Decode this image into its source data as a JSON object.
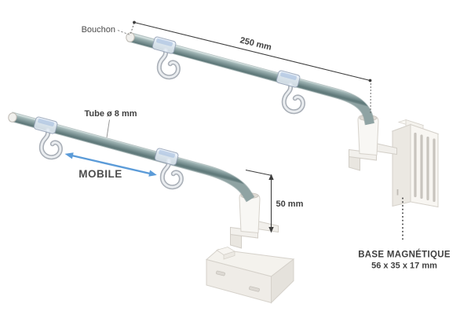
{
  "diagram": {
    "upper_assembly": {
      "cap_label": "Bouchon",
      "length_dimension": "250 mm"
    },
    "lower_assembly": {
      "tube_label": "Tube ø 8 mm",
      "mobile_label": "MOBILE",
      "height_dimension": "50 mm"
    },
    "magnetic_base": {
      "line1": "BASE MAGNÉTIQUE",
      "line2": "56 x 35 x 17 mm"
    },
    "colors": {
      "mobile_arrow": "#5B9BD8",
      "label_text": "#3F3F3F",
      "dimension_line": "#3D3D3D",
      "tube_dark": "#5E7879",
      "tube_highlight": "#DCE7E6",
      "plastic_white": "#F8F6F2"
    }
  }
}
